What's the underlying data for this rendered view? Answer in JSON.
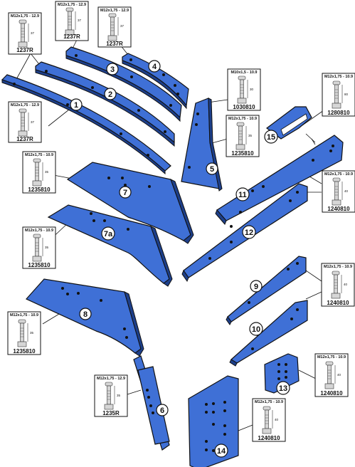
{
  "diagram": {
    "parts": [
      {
        "id": "p1",
        "label": "1"
      },
      {
        "id": "p2",
        "label": "2"
      },
      {
        "id": "p3",
        "label": "3"
      },
      {
        "id": "p4",
        "label": "4"
      },
      {
        "id": "p5",
        "label": "5"
      },
      {
        "id": "p6",
        "label": "6"
      },
      {
        "id": "p7",
        "label": "7"
      },
      {
        "id": "p7a",
        "label": "7a"
      },
      {
        "id": "p8",
        "label": "8"
      },
      {
        "id": "p9",
        "label": "9"
      },
      {
        "id": "p10",
        "label": "10"
      },
      {
        "id": "p11",
        "label": "11"
      },
      {
        "id": "p12",
        "label": "12"
      },
      {
        "id": "p13",
        "label": "13"
      },
      {
        "id": "p14",
        "label": "14"
      },
      {
        "id": "p15",
        "label": "15"
      }
    ],
    "bolts": [
      {
        "id": "b1",
        "spec": "M12x1,75 - 12.9",
        "code": "1237R",
        "len": "37"
      },
      {
        "id": "b2",
        "spec": "M12x1,75 - 12.9",
        "code": "1237R",
        "len": "37"
      },
      {
        "id": "b3",
        "spec": "M12x1,75 - 12.9",
        "code": "1237R",
        "len": "37"
      },
      {
        "id": "b4",
        "spec": "M12x1,75 - 12.9",
        "code": "1237R",
        "len": "37"
      },
      {
        "id": "b5",
        "spec": "M10x1,5 - 10.9",
        "code": "1030810",
        "len": "30"
      },
      {
        "id": "b6",
        "spec": "M12x1,75 - 10.9",
        "code": "1235810",
        "len": "35"
      },
      {
        "id": "b7",
        "spec": "M12x1,75 - 10.9",
        "code": "1235810",
        "len": "35"
      },
      {
        "id": "b8",
        "spec": "M12x1,75 - 10.9",
        "code": "1235810",
        "len": "35"
      },
      {
        "id": "b9",
        "spec": "M12x1,75 - 10.9",
        "code": "1235810",
        "len": "35"
      },
      {
        "id": "b10",
        "spec": "M12x1,75 - 12.9",
        "code": "1235R",
        "len": "35"
      },
      {
        "id": "b11",
        "spec": "M12x1,75 - 10.9",
        "code": "1280810",
        "len": "80"
      },
      {
        "id": "b12",
        "spec": "M12x1,75 - 10.9",
        "code": "1240810",
        "len": "40"
      },
      {
        "id": "b13",
        "spec": "M12x1,75 - 10.9",
        "code": "1240810",
        "len": "40"
      },
      {
        "id": "b14",
        "spec": "M12x1,75 - 10.9",
        "code": "1240810",
        "len": "40"
      },
      {
        "id": "b15",
        "spec": "M12x1,75 - 10.9",
        "code": "1240810",
        "len": "40"
      }
    ]
  }
}
